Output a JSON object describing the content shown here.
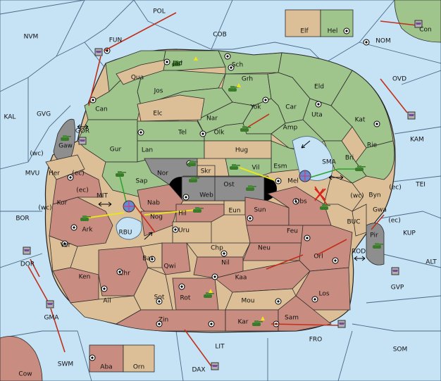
{
  "colors": {
    "sea": "#c6e2f5",
    "green_power": "#9fc48c",
    "red_power": "#c98c80",
    "neutral_land": "#ddbf97",
    "gray_power": "#8e8e8e",
    "arrow": "#c0301a",
    "support": "#e6e61e",
    "convoy": "#2aa52a"
  },
  "map": {
    "sea_labels": [
      "POL",
      "NVM",
      "FUN",
      "COB",
      "NOM",
      "Con",
      "KAL",
      "GVG",
      "OVD",
      "KAM",
      "MVU",
      "TEI",
      "MIT",
      "BOR",
      "SMA",
      "BUC",
      "KUP",
      "RBU",
      "ROD",
      "ALT",
      "DOR",
      "GVP",
      "GMA",
      "FRO",
      "SOM",
      "LIT",
      "SWM",
      "DAX",
      "Cow",
      "(wc)",
      "(ec)",
      "GOR"
    ],
    "land_labels": [
      "Elf",
      "Hel",
      "Jad",
      "Sch",
      "Qua",
      "Grh",
      "Jos",
      "Eld",
      "Can",
      "Yok",
      "Car",
      "Elc",
      "Nar",
      "Uta",
      "Kat",
      "Gaw",
      "Amp",
      "Olk",
      "Tel",
      "Gur",
      "Rie",
      "Lan",
      "Hug",
      "Bri",
      "Esm",
      "Vil",
      "Nor",
      "Skr",
      "Her",
      "Ost",
      "Mel",
      "Sap",
      "Web",
      "Byn",
      "Kor",
      "Obs",
      "Nab",
      "Hil",
      "Eun",
      "Sun",
      "Gwa",
      "Ark",
      "Nog",
      "Pir",
      "Uru",
      "Feu",
      "Ver",
      "Chp",
      "Neu",
      "Bar",
      "Qwi",
      "Nil",
      "Orl",
      "Ken",
      "Chr",
      "Kaa",
      "Sot",
      "Rot",
      "Los",
      "Ail",
      "Mou",
      "Zin",
      "Sam",
      "Kar",
      "Aba",
      "Orn"
    ]
  }
}
